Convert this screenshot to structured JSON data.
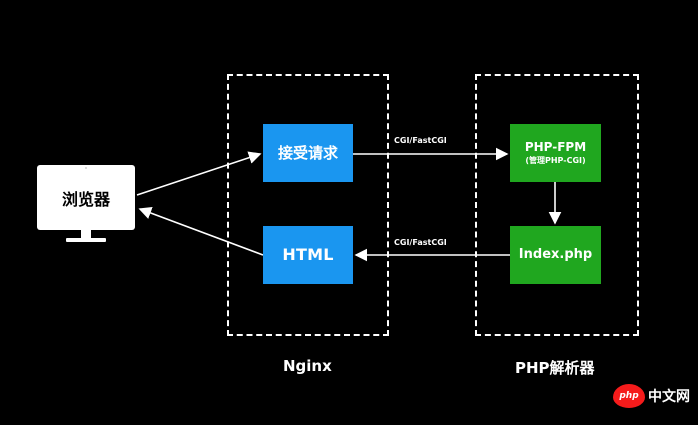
{
  "diagram": {
    "browser": {
      "label": "浏览器"
    },
    "nginx": {
      "title": "Nginx",
      "accept_label": "接受请求",
      "html_label": "HTML"
    },
    "php": {
      "title": "PHP解析器",
      "fpm_label": "PHP-FPM",
      "fpm_sub_label": "(管理PHP-CGI)",
      "index_label": "Index.php"
    },
    "connections": {
      "top_label": "CGI/FastCGI",
      "bottom_label": "CGI/FastCGI"
    },
    "watermark": {
      "logo_text": "php",
      "site_text": "中文网"
    },
    "colors": {
      "background": "#000000",
      "nginx_node": "#1a96f0",
      "php_node": "#20a71f",
      "line": "#ffffff",
      "watermark": "#f51b1b"
    }
  }
}
